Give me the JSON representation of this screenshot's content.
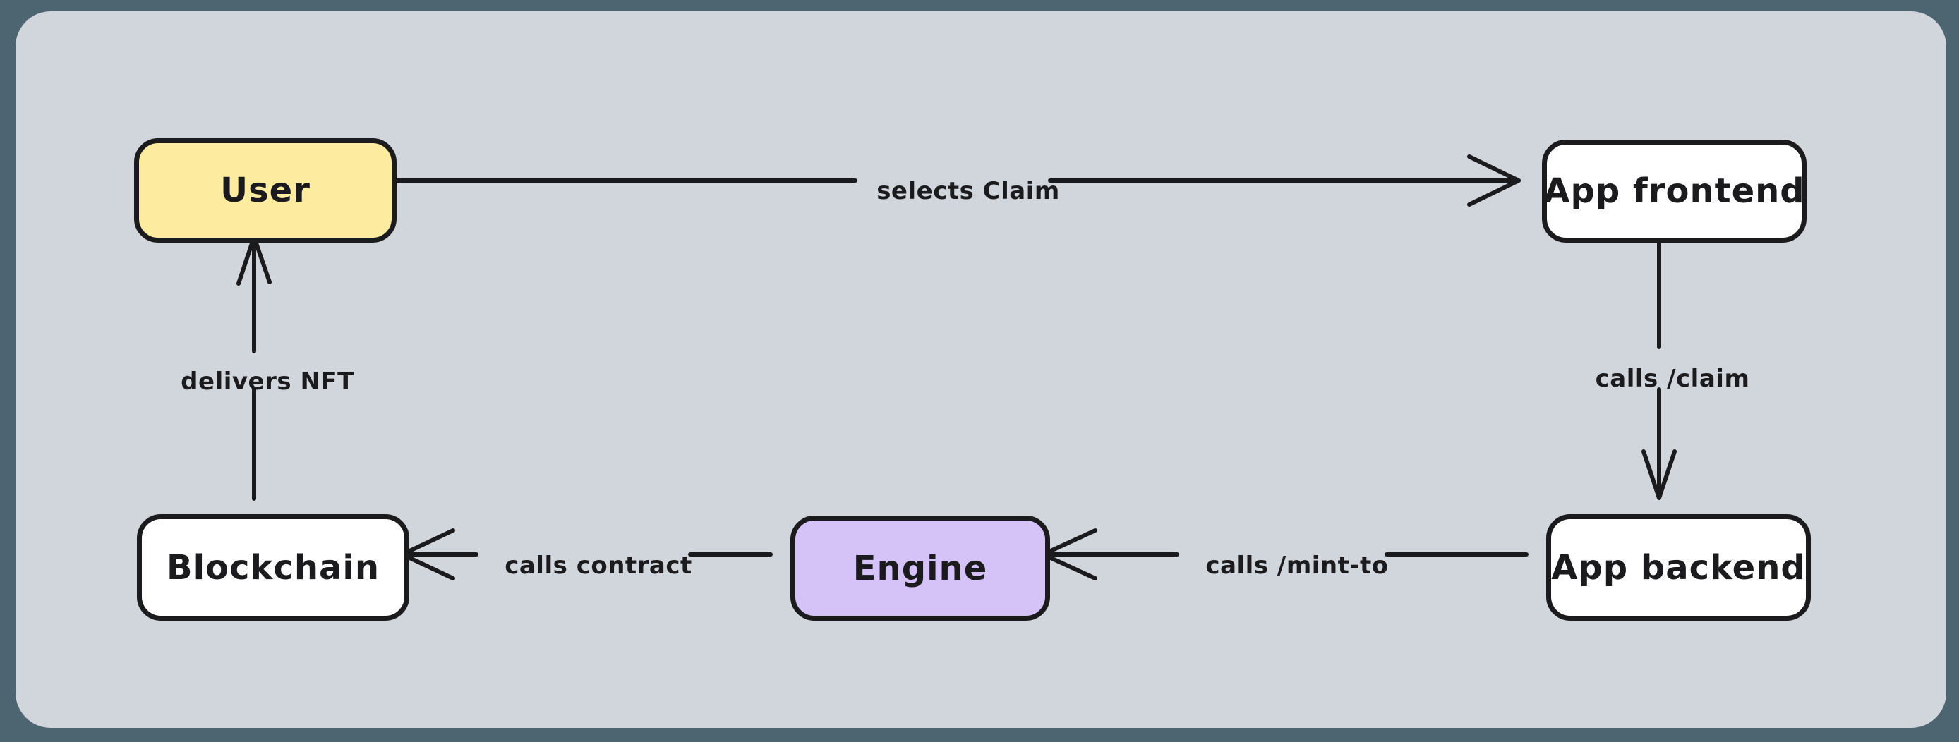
{
  "diagram": {
    "type": "flowchart",
    "style": "hand-drawn",
    "colors": {
      "outer_background": "#4d6570",
      "canvas_background": "#d1d5dc",
      "stroke": "#1b1b1e",
      "node_yellow": "#fdeca0",
      "node_purple": "#d5c3f8",
      "node_white": "#ffffff"
    },
    "nodes": [
      {
        "id": "user",
        "label": "User",
        "fill": "#fdeca0"
      },
      {
        "id": "app-frontend",
        "label": "App frontend",
        "fill": "#ffffff"
      },
      {
        "id": "app-backend",
        "label": "App backend",
        "fill": "#ffffff"
      },
      {
        "id": "engine",
        "label": "Engine",
        "fill": "#d5c3f8"
      },
      {
        "id": "blockchain",
        "label": "Blockchain",
        "fill": "#ffffff"
      }
    ],
    "edges": [
      {
        "from": "User",
        "to": "App frontend",
        "label": "selects Claim"
      },
      {
        "from": "App frontend",
        "to": "App backend",
        "label": "calls /claim"
      },
      {
        "from": "App backend",
        "to": "Engine",
        "label": "calls /mint-to"
      },
      {
        "from": "Engine",
        "to": "Blockchain",
        "label": "calls contract"
      },
      {
        "from": "Blockchain",
        "to": "User",
        "label": "delivers NFT"
      }
    ]
  }
}
